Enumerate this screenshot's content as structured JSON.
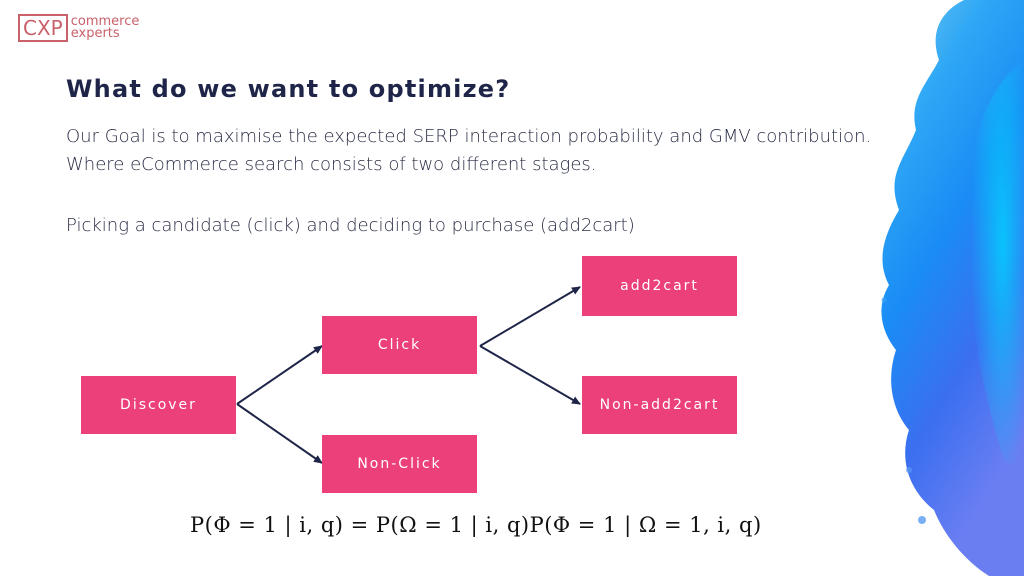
{
  "logo": {
    "mark": "CXP",
    "line1": "commerce",
    "line2": "experts"
  },
  "slide": {
    "title": "What do we want to optimize?",
    "paragraph1": "Our Goal is to maximise the expected SERP interaction probability and GMV contribution. Where eCommerce search consists of two different stages.",
    "paragraph2": "Picking a candidate (click) and deciding to purchase (add2cart)"
  },
  "diagram": {
    "discover": "Discover",
    "click": "Click",
    "non_click": "Non-Click",
    "add2cart": "add2cart",
    "non_add2cart": "Non-add2cart",
    "node_color": "#ec407a",
    "edge_color": "#1f2548"
  },
  "formula": "P(Φ = 1 | i, q) = P(Ω = 1 | i, q)P(Φ = 1 | Ω = 1, i, q)",
  "colors": {
    "brand": "#c8616a",
    "title": "#1f2548",
    "splash_blue": "#1e90ff"
  }
}
